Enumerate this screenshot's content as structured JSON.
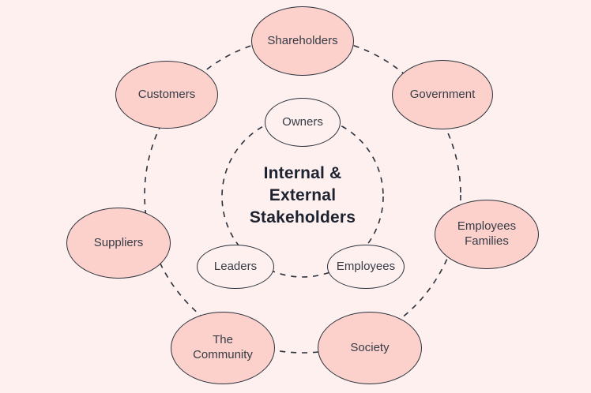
{
  "title": {
    "line1": "Internal &",
    "line2": "External",
    "line3": "Stakeholders"
  },
  "colors": {
    "background": "#fdf0ee",
    "external_node_fill": "#fcd1cb",
    "internal_node_fill": "#fdf0ee",
    "stroke": "#2b303c",
    "title_text": "#1d2230",
    "node_text": "#363b46"
  },
  "external_nodes": [
    {
      "id": "shareholders",
      "label": "Shareholders"
    },
    {
      "id": "customers",
      "label": "Customers"
    },
    {
      "id": "government",
      "label": "Government"
    },
    {
      "id": "suppliers",
      "label": "Suppliers"
    },
    {
      "id": "employees-families",
      "line1": "Employees",
      "line2": "Families"
    },
    {
      "id": "the-community",
      "line1": "The",
      "line2": "Community"
    },
    {
      "id": "society",
      "label": "Society"
    }
  ],
  "internal_nodes": [
    {
      "id": "owners",
      "label": "Owners"
    },
    {
      "id": "leaders",
      "label": "Leaders"
    },
    {
      "id": "employees",
      "label": "Employees"
    }
  ]
}
